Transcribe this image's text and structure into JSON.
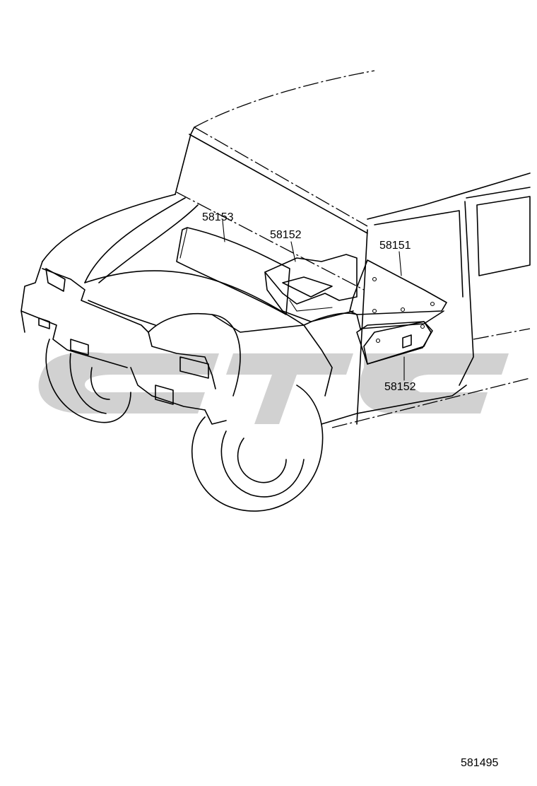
{
  "parts": [
    {
      "id": "58153"
    },
    {
      "id": "58152"
    },
    {
      "id": "58151"
    },
    {
      "id": "58152"
    }
  ],
  "diagram_code": "581495"
}
